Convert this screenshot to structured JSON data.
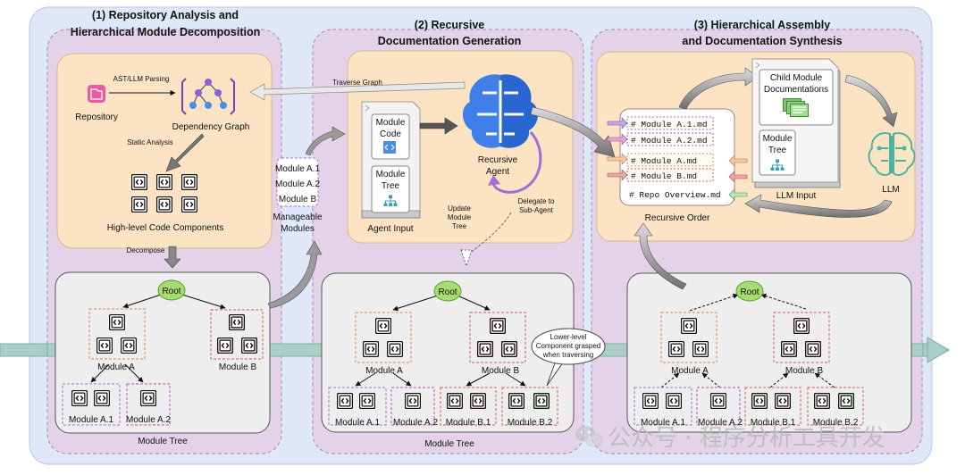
{
  "stages": [
    {
      "line1": "(1) Repository Analysis and",
      "line2": "Hierarchical Module Decomposition"
    },
    {
      "line1": "(2) Recursive",
      "line2": "Documentation Generation"
    },
    {
      "line1": "(3) Hierarchical Assembly",
      "line2": "and Documentation Synthesis"
    }
  ],
  "stage1": {
    "repository": "Repository",
    "ast_parsing": "AST/LLM Parsing",
    "dependency_graph": "Dependency Graph",
    "static_analysis": "Static Analysis",
    "components": "High-level Code Components",
    "decompose": "Decompose"
  },
  "manageable": {
    "items": [
      "Module A.1",
      "Module A.2",
      "Module B"
    ],
    "label_line1": "Manageable",
    "label_line2": "Modules"
  },
  "stage2": {
    "traverse_graph": "Traverse Graph",
    "module_code_line1": "Module",
    "module_code_line2": "Code",
    "module_tree_line1": "Module",
    "module_tree_line2": "Tree",
    "agent_input": "Agent Input",
    "recursive_agent_line1": "Recursive",
    "recursive_agent_line2": "Agent",
    "update_line1": "Update",
    "update_line2": "Module",
    "update_line3": "Tree",
    "delegate_line1": "Delegate to",
    "delegate_line2": "Sub-Agent",
    "callout_line1": "Lower-level",
    "callout_line2": "Component grasped",
    "callout_line3": "when traversing"
  },
  "stage3": {
    "docs": [
      "# Module A.1.md",
      "# Module A.2.md",
      "# Module A.md",
      "# Module B.md",
      "# Repo Overview.md"
    ],
    "recursive_order": "Recursive Order",
    "child_docs_line1": "Child Module",
    "child_docs_line2": "Documentations",
    "module_tree_line1": "Module",
    "module_tree_line2": "Tree",
    "llm_input": "LLM Input",
    "llm": "LLM"
  },
  "tree": {
    "root": "Root",
    "module_a": "Module A",
    "module_b": "Module B",
    "module_a1": "Module A.1",
    "module_a2": "Module A.2",
    "module_b1": "Module B.1",
    "module_b2": "Module B.2",
    "caption": "Module Tree"
  },
  "watermark": "公众号 · 程序分析工具开发",
  "colors": {
    "outer_bg": "#dfe8f8",
    "stage_bg": "#e4d3e8",
    "orange_panel": "#fbe3c4",
    "gray_panel": "#eeeeee",
    "root_green": "#a6dc72",
    "arrow_teal": "#a9cec6",
    "brain_blue": "#3f7fe8",
    "llm_teal": "#4cb5a0",
    "repo_pink": "#e85d9f"
  }
}
